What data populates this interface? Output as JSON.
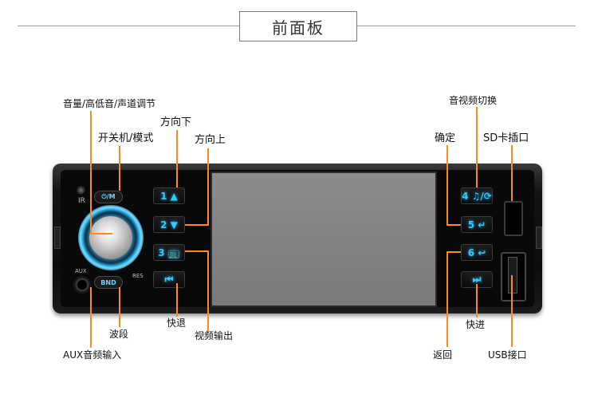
{
  "header": {
    "title": "前面板"
  },
  "device": {
    "ir_label": "IR",
    "aux_label": "AUX",
    "res_label": "RES",
    "power_label": "⏻/M",
    "band_label": "BND",
    "buttons_left": [
      {
        "label": "1 ▲"
      },
      {
        "label": "2 ▼"
      },
      {
        "label": "3 📺"
      },
      {
        "label": "⏮"
      }
    ],
    "buttons_right": [
      {
        "label": "4 ♫/⟳"
      },
      {
        "label": "5 ↵"
      },
      {
        "label": "6 ↩"
      },
      {
        "label": "⏭"
      }
    ]
  },
  "labels": {
    "volume": "音量/高低音/声道调节",
    "power_mode": "开关机/模式",
    "down": "方向下",
    "up": "方向上",
    "band": "波段",
    "rewind": "快退",
    "video_out": "视频输出",
    "aux_in": "AUX音频输入",
    "av_switch": "音视频切换",
    "confirm": "确定",
    "sd_slot": "SD卡插口",
    "forward": "快进",
    "back": "返回",
    "usb_port": "USB接口"
  },
  "colors": {
    "accent": "#37c8f5",
    "callout": "#ff8a1c",
    "screen": "#828282"
  }
}
